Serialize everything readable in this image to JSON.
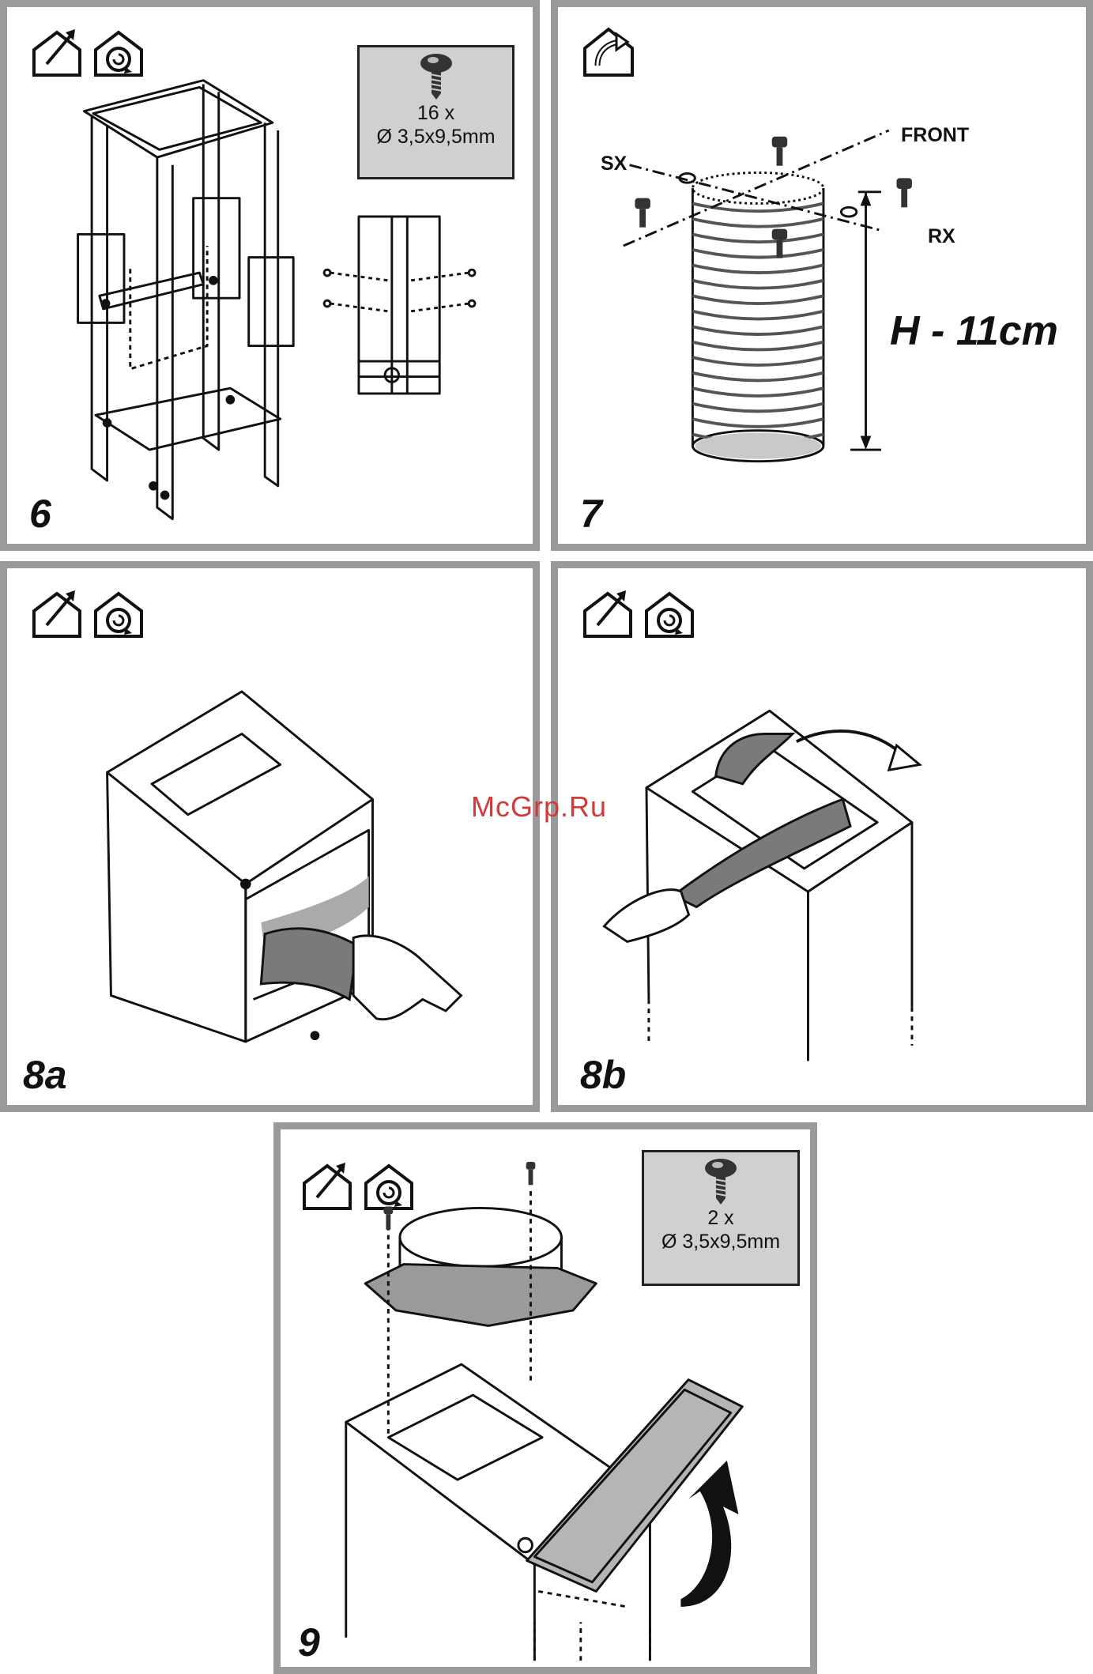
{
  "watermark": "McGrp.Ru",
  "panels": {
    "p6": {
      "number": "6",
      "icons": [
        "ducted-exhaust-icon",
        "recirculation-icon"
      ],
      "screws": {
        "count": "16 x",
        "size": "Ø 3,5x9,5mm"
      }
    },
    "p7": {
      "number": "7",
      "icons": [
        "exhaust-outlet-icon"
      ],
      "labels": {
        "front": "FRONT",
        "sx": "SX",
        "rx": "RX",
        "height": "H - 11cm"
      }
    },
    "p8a": {
      "number": "8a",
      "icons": [
        "ducted-exhaust-icon",
        "recirculation-icon"
      ]
    },
    "p8b": {
      "number": "8b",
      "icons": [
        "ducted-exhaust-icon",
        "recirculation-icon"
      ]
    },
    "p9": {
      "number": "9",
      "icons": [
        "ducted-exhaust-icon",
        "recirculation-icon"
      ],
      "screws": {
        "count": "2 x",
        "size": "Ø 3,5x9,5mm"
      }
    }
  },
  "colors": {
    "frame": "#9a9a9a",
    "screw_box": "#d0d0d0",
    "tape": "#7a7a7a",
    "watermark": "#d23a3a"
  }
}
